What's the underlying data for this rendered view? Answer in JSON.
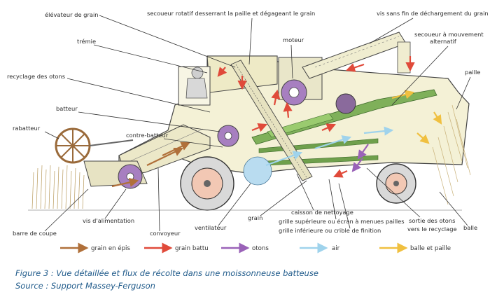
{
  "labels": {
    "elevateur": "élévateur de grain",
    "secoueur_rotatif": "secoueur rotatif desserrant la paille et dégageant le grain",
    "vis_dechargement": "vis sans fin de déchargement du grain",
    "tremie": "trémie",
    "moteur": "moteur",
    "secoueur_alternatif_1": "secoueur à mouvement",
    "secoueur_alternatif_2": "alternatif",
    "recyclage": "recyclage des otons",
    "paille": "paille",
    "batteur": "batteur",
    "rabatteur": "rabatteur",
    "contre_batteur": "contre-batteur",
    "grain": "grain",
    "caisson": "caisson de nettoyage",
    "grille_sup": "grille supérieure ou écran à menues pailles",
    "grille_inf": "grille inférieure ou crible de finition",
    "sortie_1": "sortie des otons",
    "sortie_2": "vers le recyclage",
    "vis_alimentation": "vis d'alimentation",
    "ventilateur": "ventilateur",
    "barre_coupe": "barre de coupe",
    "convoyeur": "convoyeur",
    "balle": "balle"
  },
  "legend": [
    {
      "label": "grain en épis",
      "color": "#b0703a"
    },
    {
      "label": "grain battu",
      "color": "#e04a3a"
    },
    {
      "label": "otons",
      "color": "#9a62b8"
    },
    {
      "label": "air",
      "color": "#9fd3ec"
    },
    {
      "label": "balle et paille",
      "color": "#f0c040"
    }
  ],
  "caption": {
    "line1": "Figure 3 : Vue détaillée  et flux de récolte dans une moissonneuse batteuse",
    "line2": "Source : Support Massey-Ferguson"
  }
}
